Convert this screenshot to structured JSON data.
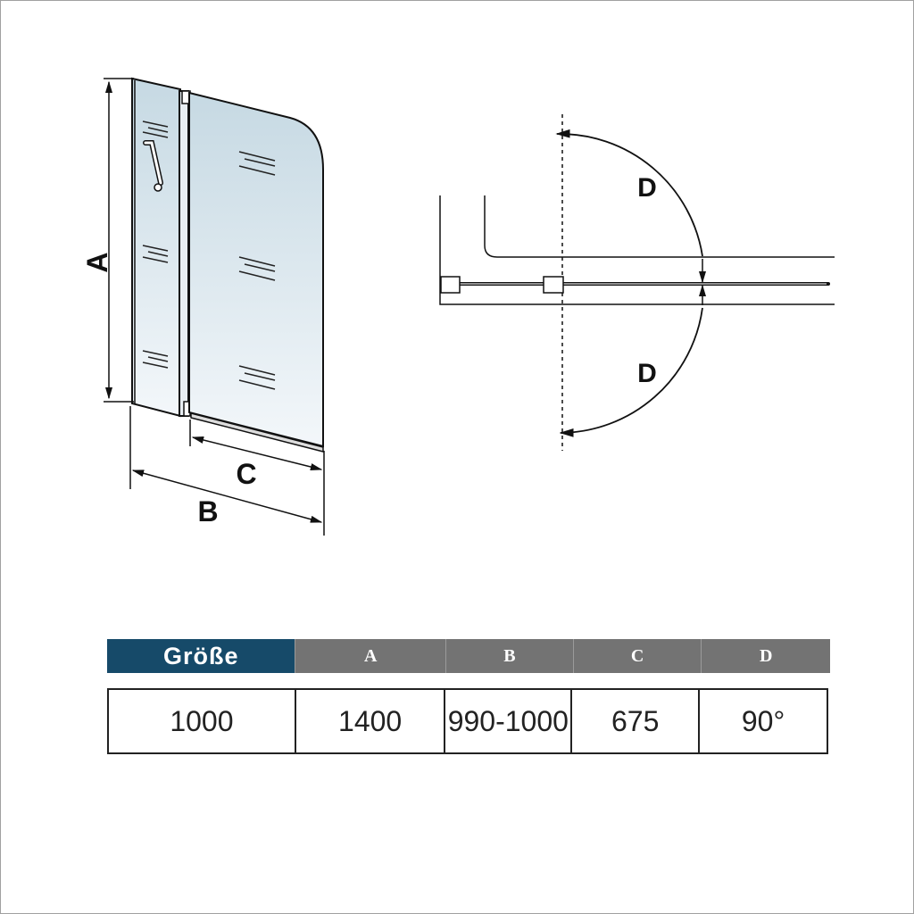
{
  "diagram": {
    "front_view": {
      "labels": {
        "height": "A",
        "total_width": "B",
        "panel_width": "C"
      }
    },
    "top_view": {
      "labels": {
        "swing_angle_upper": "D",
        "swing_angle_lower": "D"
      }
    }
  },
  "table": {
    "header": [
      "Größe",
      "A",
      "B",
      "C",
      "D"
    ],
    "rows": [
      [
        "1000",
        "1400",
        "990-1000",
        "675",
        "90°"
      ]
    ]
  },
  "colors": {
    "header_primary": "#164a69",
    "header_secondary": "#737373",
    "glass_top": "#c6d9e3",
    "glass_bottom": "#f3f7fa",
    "frame_border": "#a0a0a0"
  }
}
